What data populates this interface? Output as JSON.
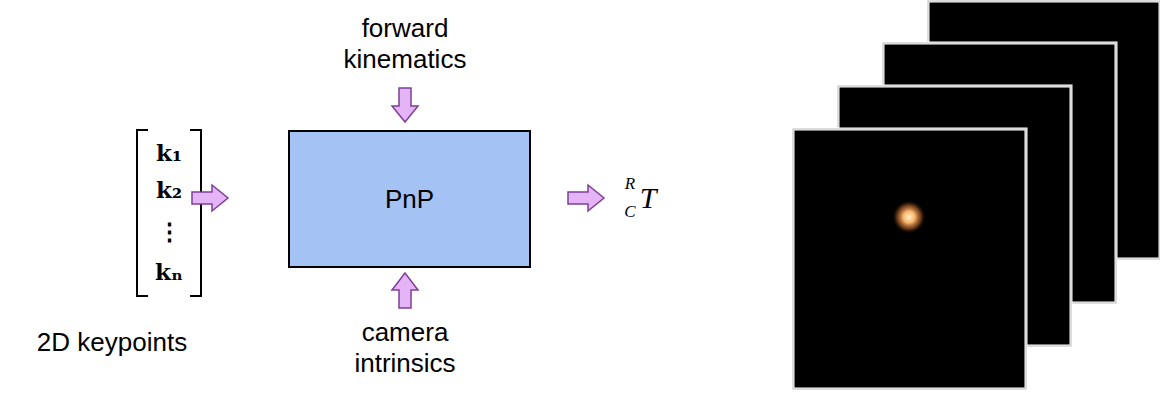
{
  "diagram": {
    "nodes": [
      {
        "text": [
          "PnP"
        ]
      }
    ],
    "labels": [
      "k₁",
      "k₂",
      "⋮",
      "kₙ",
      "2D keypoints",
      "forward kinematics",
      "camera intrinsics",
      "R",
      "C",
      "T"
    ]
  }
}
